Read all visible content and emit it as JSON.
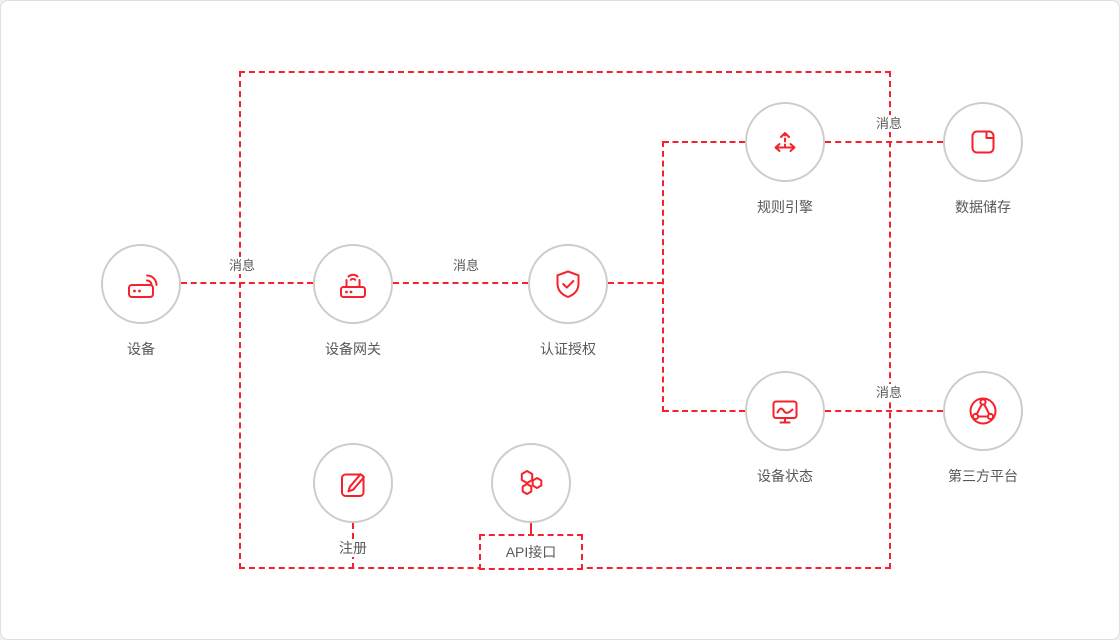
{
  "colors": {
    "accent": "#f5222d",
    "node_border": "#cccccc",
    "label": "#595959"
  },
  "nodes": {
    "device": {
      "label": "设备"
    },
    "gateway": {
      "label": "设备网关"
    },
    "auth": {
      "label": "认证授权"
    },
    "rule_engine": {
      "label": "规则引擎"
    },
    "data_storage": {
      "label": "数据储存"
    },
    "device_status": {
      "label": "设备状态"
    },
    "third_party": {
      "label": "第三方平台"
    },
    "register": {
      "label": "注册"
    },
    "api": {
      "label": "API接口"
    }
  },
  "edges": {
    "device_to_gateway": {
      "label": "消息"
    },
    "gateway_to_auth": {
      "label": "消息"
    },
    "rule_engine_to_storage": {
      "label": "消息"
    },
    "status_to_third_party": {
      "label": "消息"
    }
  }
}
